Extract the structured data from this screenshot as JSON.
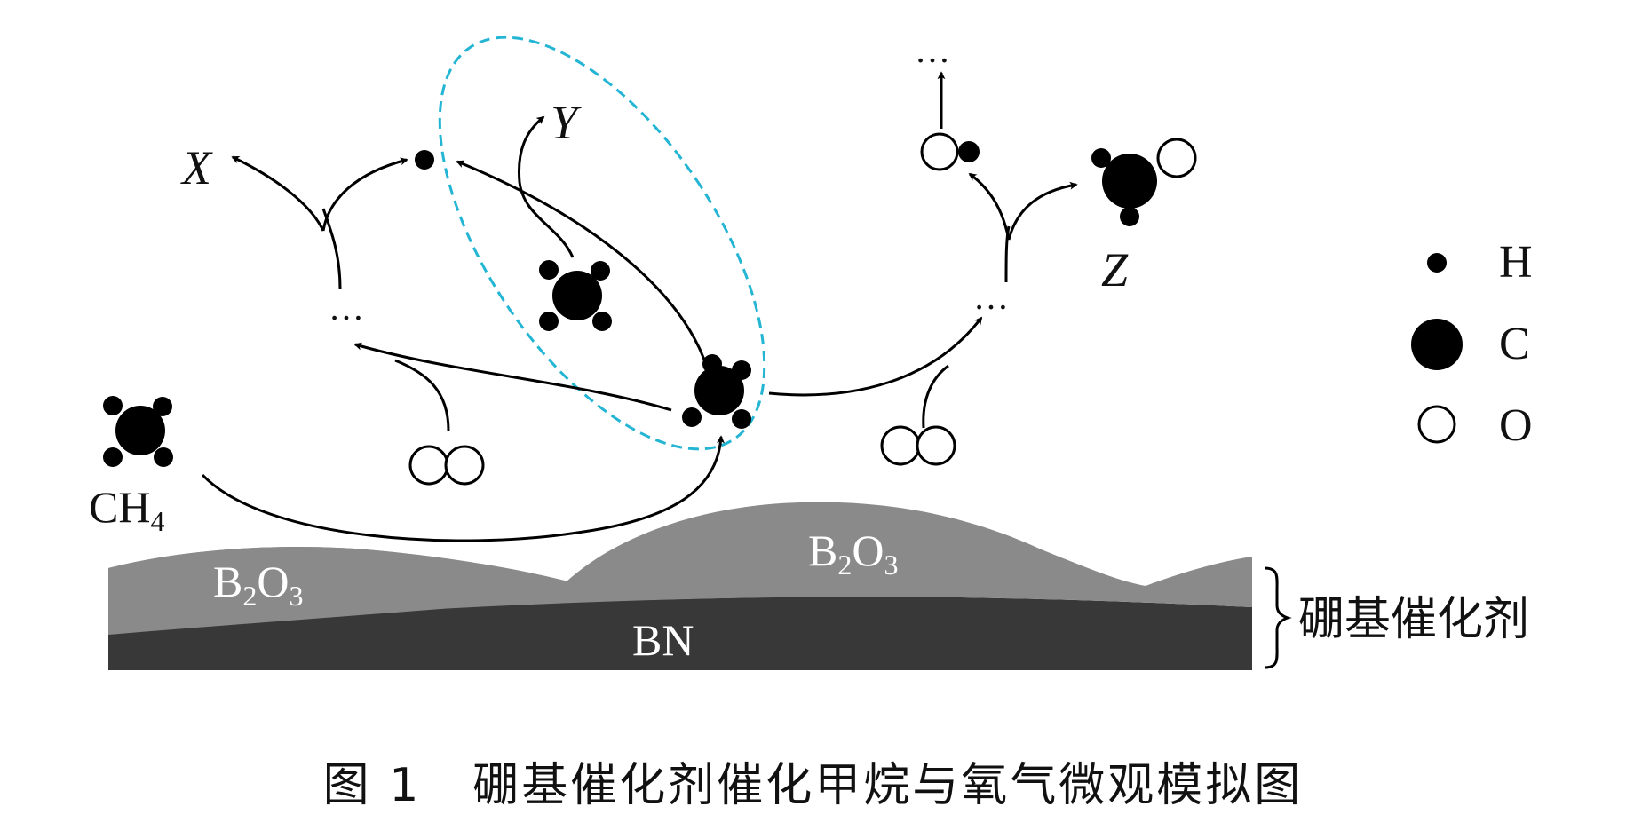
{
  "labels": {
    "x": "X",
    "y": "Y",
    "z": "Z",
    "ch4_prefix": "CH",
    "ch4_sub": "4",
    "ellipsis": "…",
    "b2o3_b": "B",
    "b2o3_sub1": "2",
    "b2o3_o": "O",
    "b2o3_sub2": "3",
    "bn": "BN",
    "catalyst": "硼基催化剂"
  },
  "legend": [
    {
      "symbol": "H"
    },
    {
      "symbol": "C"
    },
    {
      "symbol": "O"
    }
  ],
  "caption": {
    "number": "图 1",
    "text": "硼基催化剂催化甲烷与氧气微观模拟图"
  },
  "colors": {
    "atom_fill": "#000000",
    "b2o3_layer": "#8a8a8a",
    "bn_layer": "#383838",
    "highlight_ellipse": "#23b5d3"
  }
}
